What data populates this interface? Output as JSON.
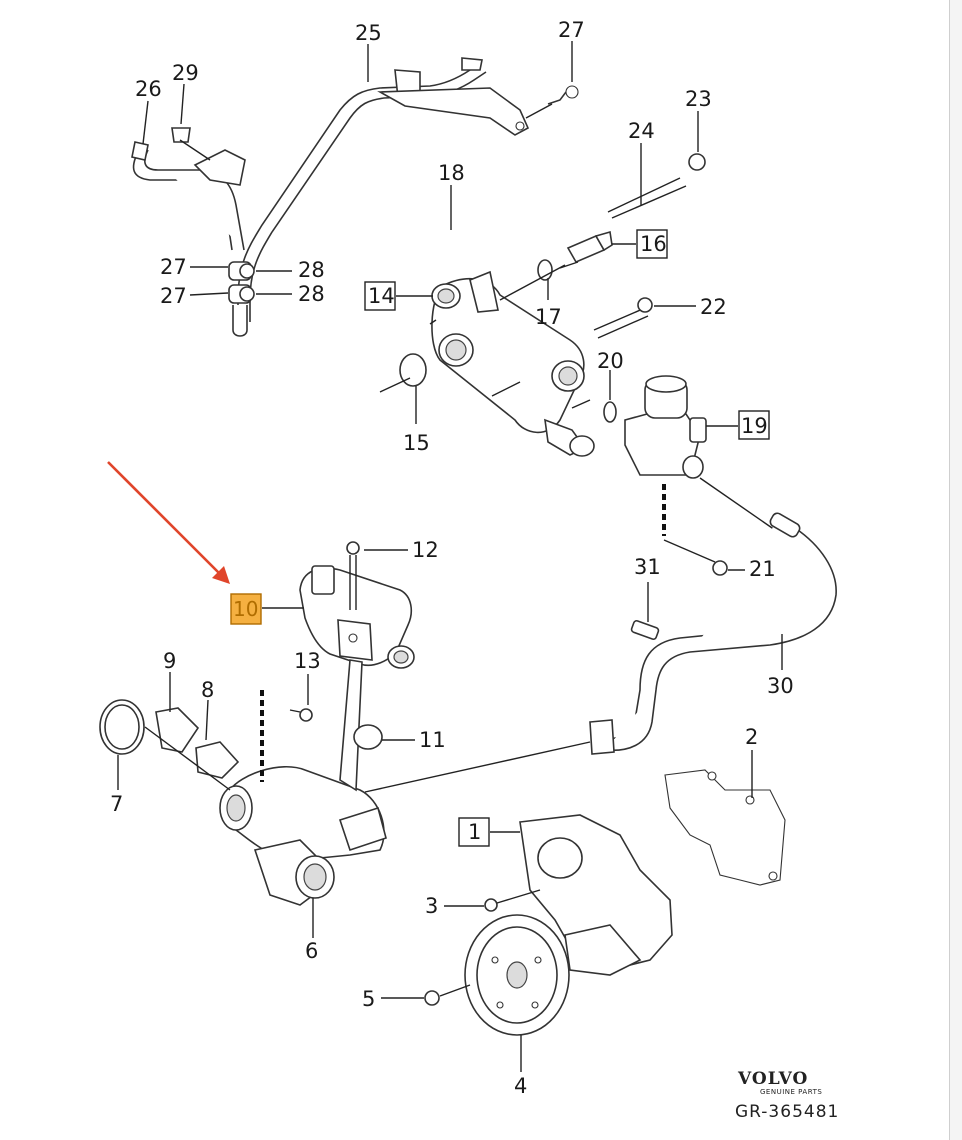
{
  "diagram": {
    "callouts": [
      {
        "id": "c1",
        "text": "1",
        "boxed": true
      },
      {
        "id": "c2",
        "text": "2",
        "boxed": false
      },
      {
        "id": "c3",
        "text": "3",
        "boxed": false
      },
      {
        "id": "c4",
        "text": "4",
        "boxed": false
      },
      {
        "id": "c5",
        "text": "5",
        "boxed": false
      },
      {
        "id": "c6",
        "text": "6",
        "boxed": false
      },
      {
        "id": "c7",
        "text": "7",
        "boxed": false
      },
      {
        "id": "c8",
        "text": "8",
        "boxed": false
      },
      {
        "id": "c9",
        "text": "9",
        "boxed": false
      },
      {
        "id": "c10",
        "text": "10",
        "boxed": true,
        "highlighted": true
      },
      {
        "id": "c11",
        "text": "11",
        "boxed": false
      },
      {
        "id": "c12",
        "text": "12",
        "boxed": false
      },
      {
        "id": "c13",
        "text": "13",
        "boxed": false
      },
      {
        "id": "c14",
        "text": "14",
        "boxed": true
      },
      {
        "id": "c15",
        "text": "15",
        "boxed": false
      },
      {
        "id": "c16",
        "text": "16",
        "boxed": true
      },
      {
        "id": "c17",
        "text": "17",
        "boxed": false
      },
      {
        "id": "c18",
        "text": "18",
        "boxed": false
      },
      {
        "id": "c19",
        "text": "19",
        "boxed": true
      },
      {
        "id": "c20",
        "text": "20",
        "boxed": false
      },
      {
        "id": "c21",
        "text": "21",
        "boxed": false
      },
      {
        "id": "c22",
        "text": "22",
        "boxed": false
      },
      {
        "id": "c23",
        "text": "23",
        "boxed": false
      },
      {
        "id": "c24",
        "text": "24",
        "boxed": false
      },
      {
        "id": "c25",
        "text": "25",
        "boxed": false
      },
      {
        "id": "c26",
        "text": "26",
        "boxed": false
      },
      {
        "id": "c27a",
        "text": "27",
        "boxed": false
      },
      {
        "id": "c27b",
        "text": "27",
        "boxed": false
      },
      {
        "id": "c27c",
        "text": "27",
        "boxed": false
      },
      {
        "id": "c28a",
        "text": "28",
        "boxed": false
      },
      {
        "id": "c28b",
        "text": "28",
        "boxed": false
      },
      {
        "id": "c29",
        "text": "29",
        "boxed": false
      },
      {
        "id": "c30",
        "text": "30",
        "boxed": false
      },
      {
        "id": "c31",
        "text": "31",
        "boxed": false
      }
    ],
    "colors": {
      "highlight_fill": "#f5b041",
      "highlight_text": "#b06d00",
      "arrow": "#e0452b",
      "ink": "#222222"
    }
  },
  "brand": {
    "logo_text": "VOLVO",
    "logo_subtext": "GENUINE PARTS",
    "code": "GR-365481"
  }
}
